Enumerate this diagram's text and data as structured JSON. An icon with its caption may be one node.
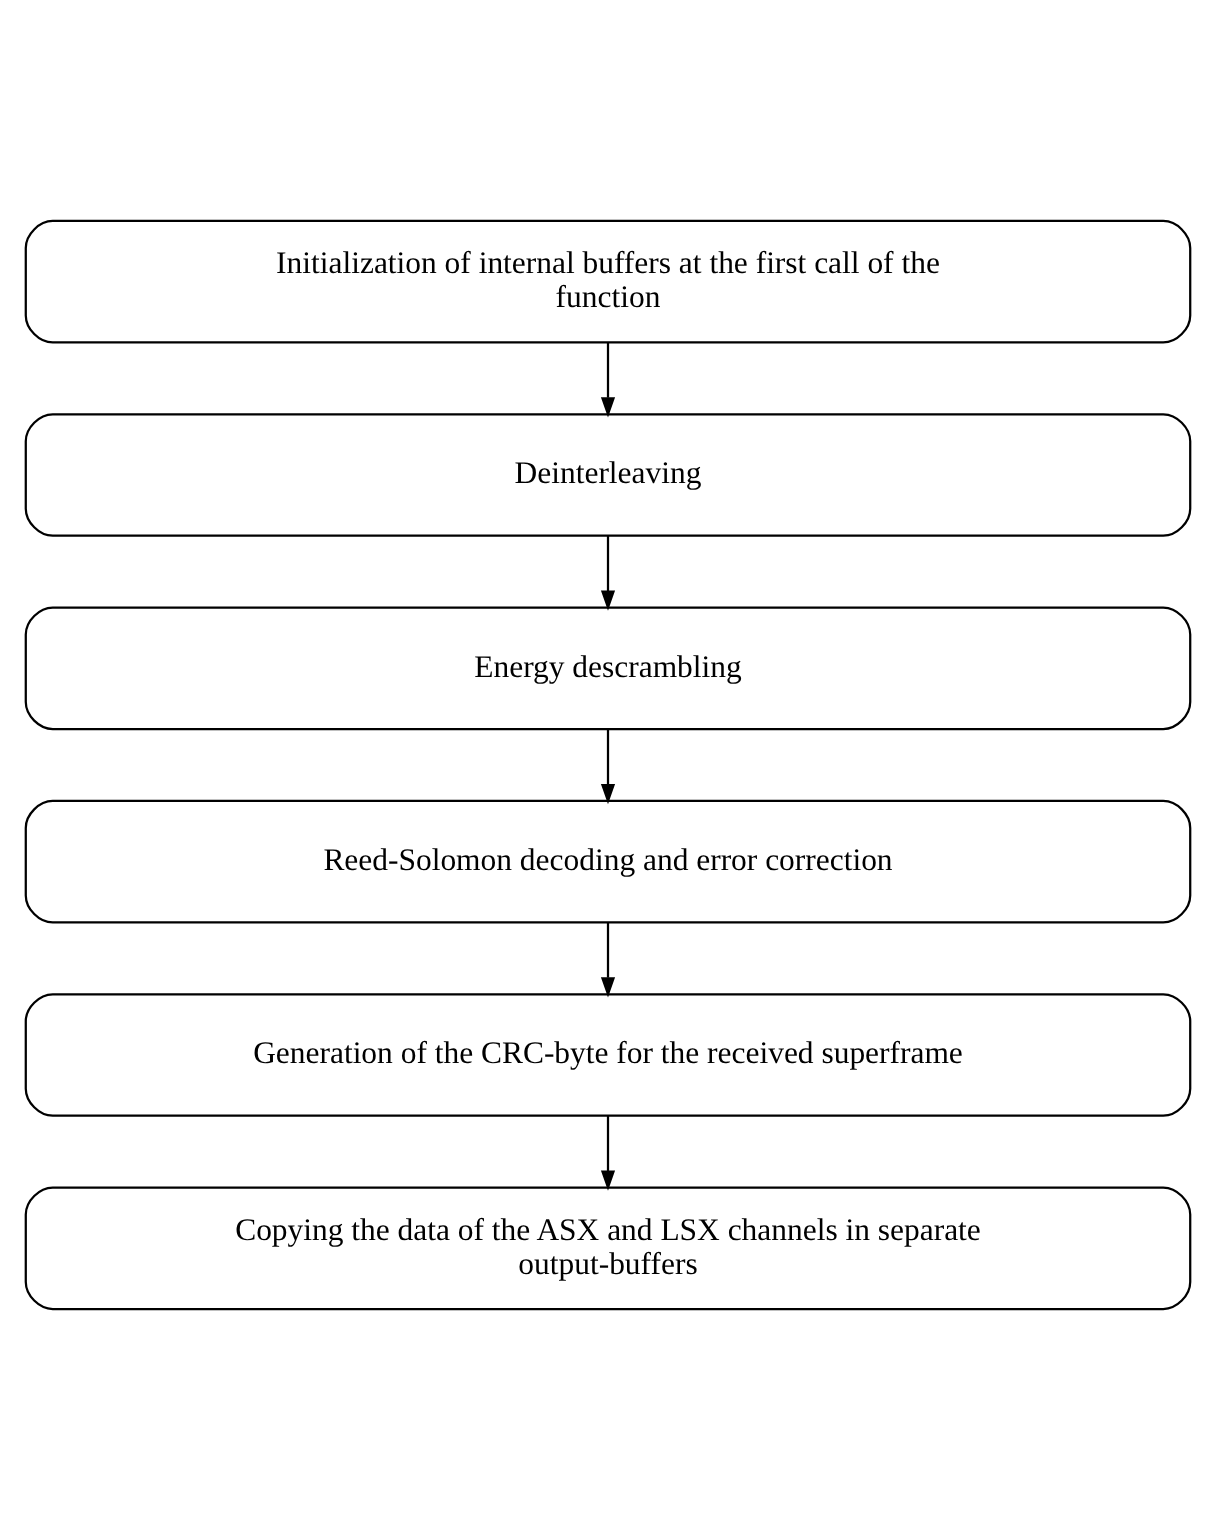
{
  "diagram": {
    "nodes": [
      {
        "text": [
          "Initialization of internal buffers at the first call of the function"
        ]
      },
      {
        "text": [
          "Deinterleaving"
        ]
      },
      {
        "text": [
          "Energy descrambling"
        ]
      },
      {
        "text": [
          "Reed-Solomon decoding and error correction"
        ]
      },
      {
        "text": [
          "Generation of the CRC-byte for the received superframe"
        ]
      },
      {
        "text": [
          "Copying the data of the ASX and LSX channels in separate output-buffers"
        ]
      }
    ],
    "edges": [
      {
        "from": 0,
        "to": 1,
        "arrow": "to"
      },
      {
        "from": 1,
        "to": 2,
        "arrow": "to"
      },
      {
        "from": 2,
        "to": 3,
        "arrow": "to"
      },
      {
        "from": 3,
        "to": 4,
        "arrow": "to"
      },
      {
        "from": 4,
        "to": 5,
        "arrow": "to"
      }
    ]
  }
}
